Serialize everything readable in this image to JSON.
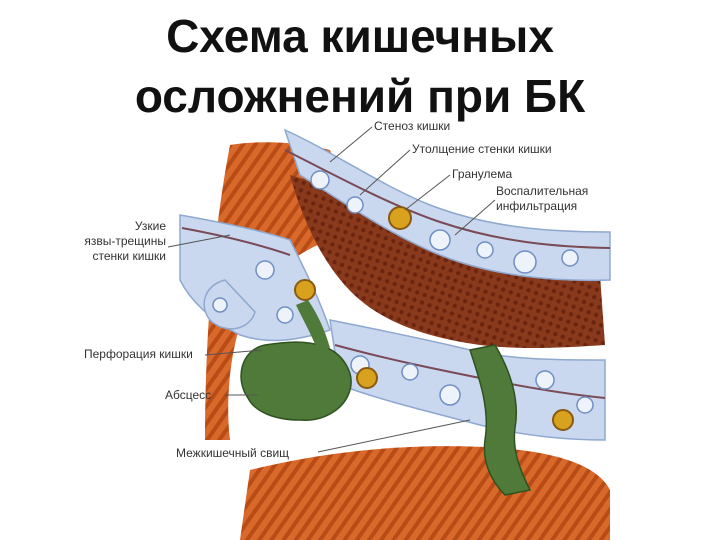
{
  "slide": {
    "title_line1": "Схема кишечных",
    "title_line2": "осложнений при БК"
  },
  "labels": {
    "stenosis": "Стеноз кишки",
    "wall_thickening": "Утолщение стенки кишки",
    "granuloma": "Гранулема",
    "inflammatory_line1": "Воспалительная",
    "inflammatory_line2": "инфильтрация",
    "fissures_line1": "Узкие",
    "fissures_line2": "язвы-трещины",
    "fissures_line3": "стенки кишки",
    "perforation": "Перфорация кишки",
    "abscess": "Абсцесс",
    "fistula": "Межкишечный свищ"
  },
  "colors": {
    "serosa_orange": "#d9692a",
    "mucosa_brown": "#8a3a1c",
    "submucosa_blue": "#c9d8ef",
    "abscess_green": "#4f7a3a",
    "granuloma_yellow": "#d8a21e",
    "label_line": "#555555"
  }
}
